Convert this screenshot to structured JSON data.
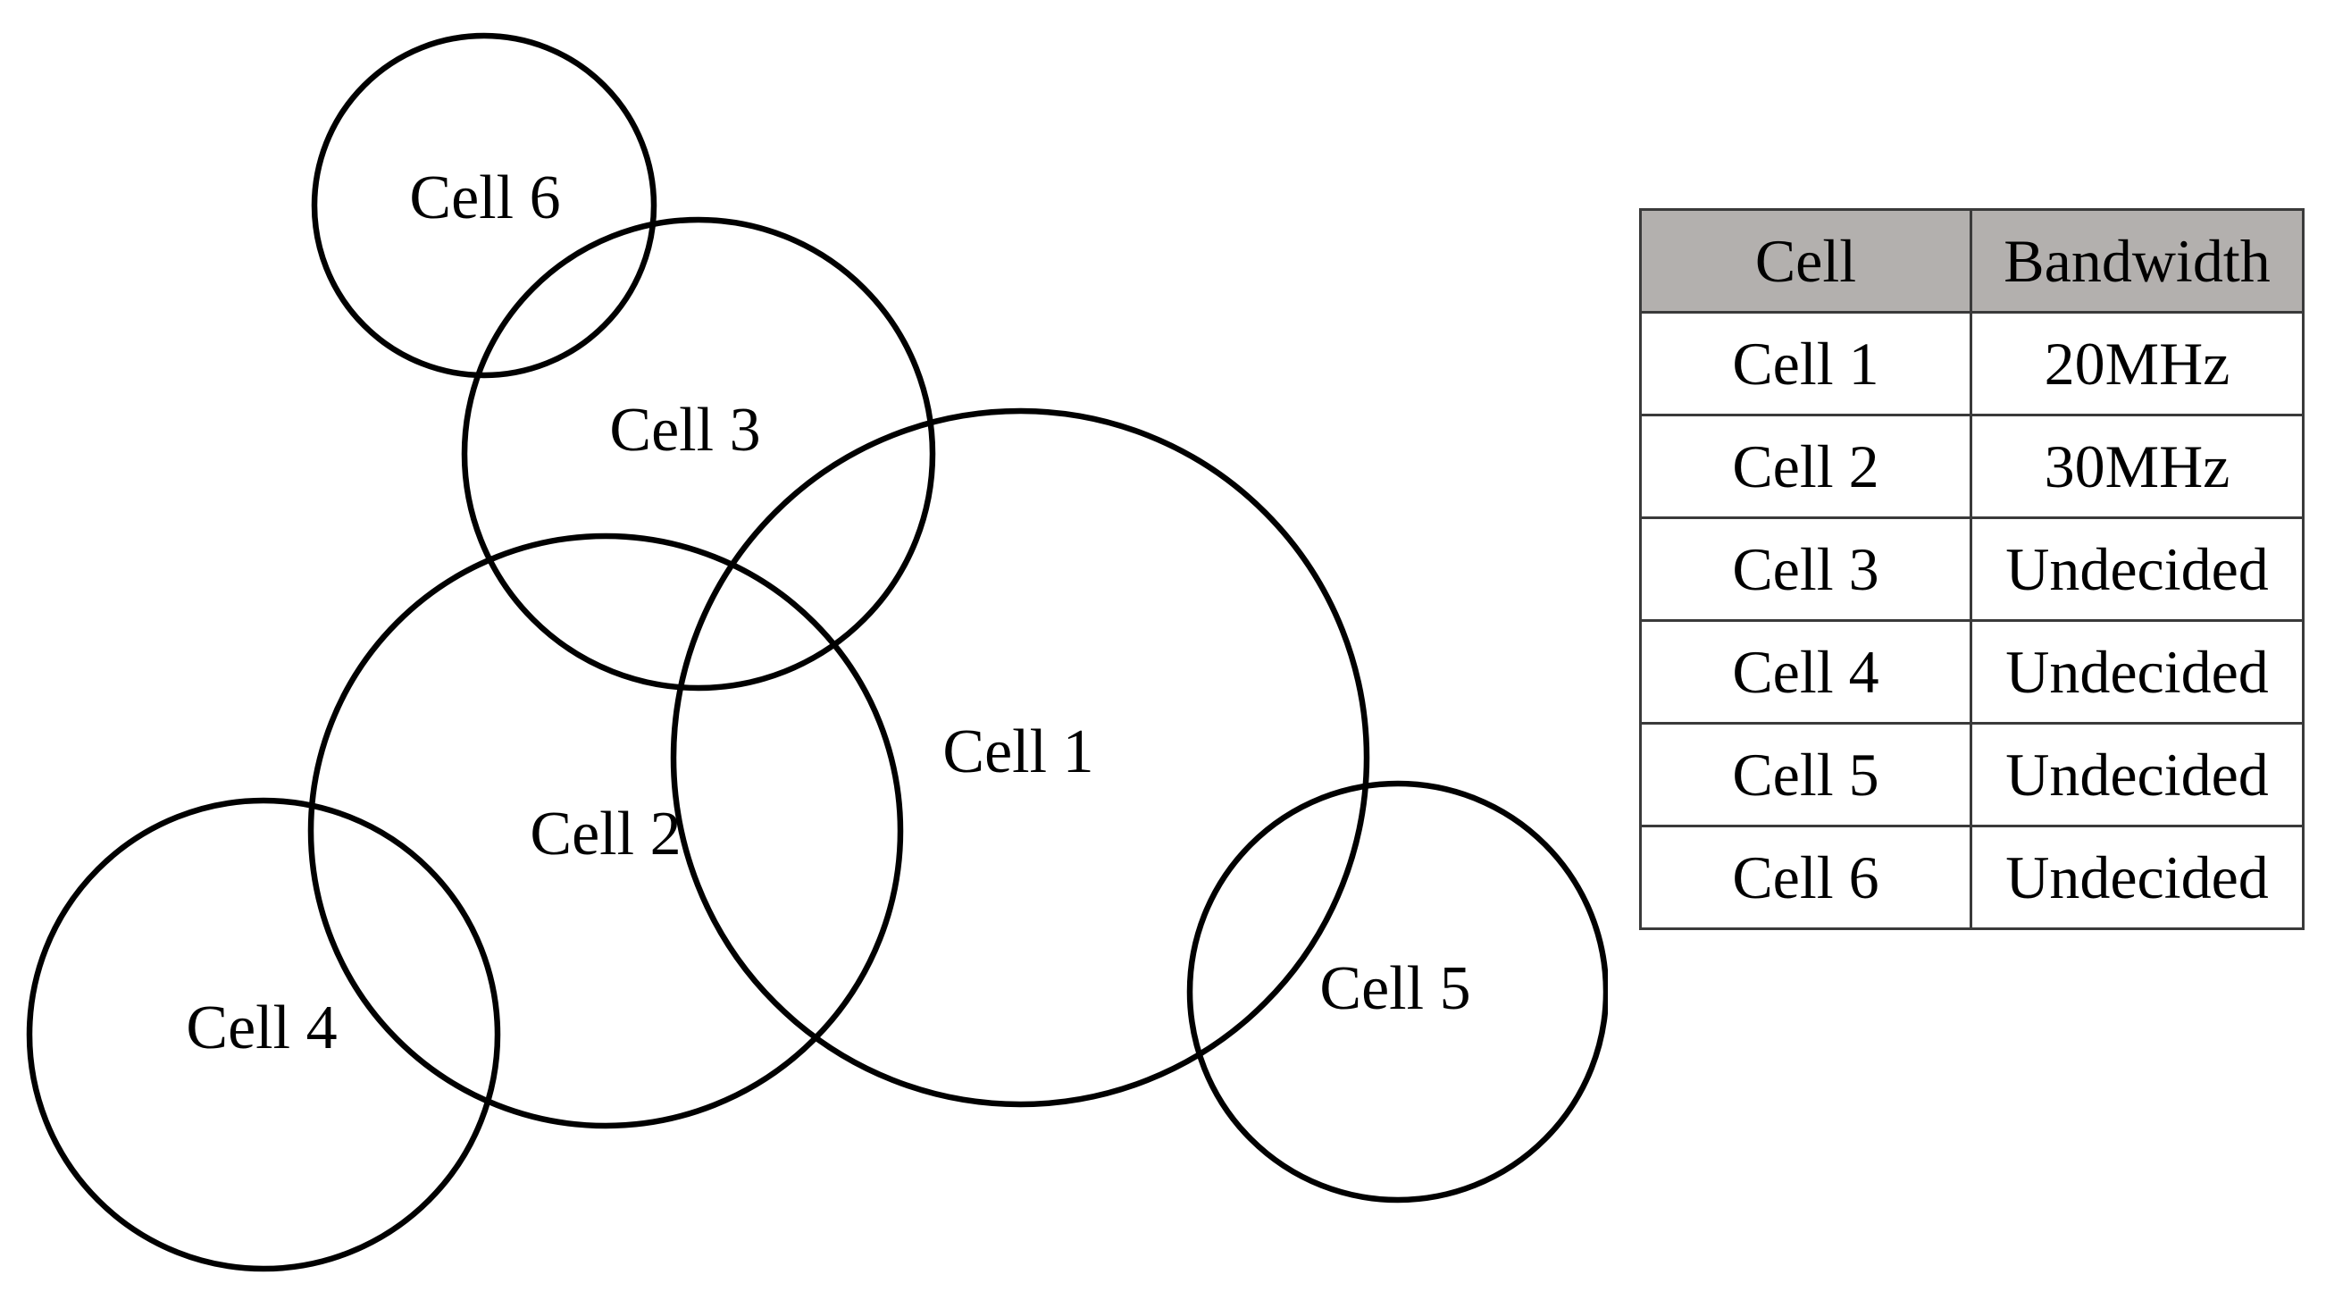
{
  "diagram": {
    "cells": [
      {
        "id": "cell-6",
        "label": "Cell 6"
      },
      {
        "id": "cell-3",
        "label": "Cell 3"
      },
      {
        "id": "cell-1",
        "label": "Cell 1"
      },
      {
        "id": "cell-2",
        "label": "Cell 2"
      },
      {
        "id": "cell-4",
        "label": "Cell 4"
      },
      {
        "id": "cell-5",
        "label": "Cell 5"
      }
    ]
  },
  "table": {
    "headers": {
      "cell": "Cell",
      "bandwidth": "Bandwidth"
    },
    "rows": [
      {
        "cell": "Cell 1",
        "bandwidth": "20MHz"
      },
      {
        "cell": "Cell 2",
        "bandwidth": "30MHz"
      },
      {
        "cell": "Cell 3",
        "bandwidth": "Undecided"
      },
      {
        "cell": "Cell 4",
        "bandwidth": "Undecided"
      },
      {
        "cell": "Cell 5",
        "bandwidth": "Undecided"
      },
      {
        "cell": "Cell 6",
        "bandwidth": "Undecided"
      }
    ],
    "header_color": "#b3b0ae"
  }
}
